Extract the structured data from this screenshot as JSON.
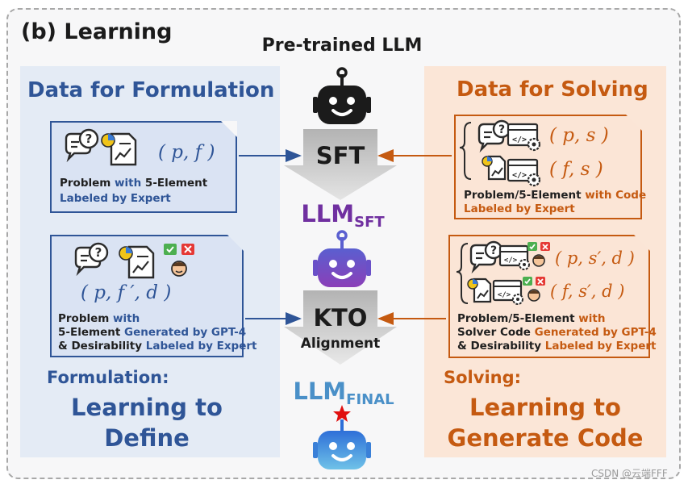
{
  "title": "(b) Learning",
  "center": {
    "pretrained_label": "Pre-trained LLM",
    "sft_label": "SFT",
    "llm_sft_main": "LLM",
    "llm_sft_sub": "SFT",
    "kto_label": "KTO",
    "alignment_label": "Alignment",
    "llm_final_main": "LLM",
    "llm_final_sub": "FINAL"
  },
  "left_panel": {
    "header": "Data for Formulation",
    "card1": {
      "tuple": "( p,  f )",
      "line1_a": "Problem",
      "line1_b": " with ",
      "line1_c": "5-Element",
      "line2": "Labeled by Expert"
    },
    "card2": {
      "tuple": "( p,  f ′,  d )",
      "line1_a": "Problem",
      "line1_b": " with",
      "line2_a": "5-Element",
      "line2_b": " Generated by GPT-4",
      "line3_a": "& Desirability",
      "line3_b": " Labeled by Expert"
    },
    "bottom_heading": "Formulation:",
    "bottom_line1": "Learning to",
    "bottom_line2": "Define"
  },
  "right_panel": {
    "header": "Data for Solving",
    "card1": {
      "tuple1": "( p,  s )",
      "tuple2": "( f,  s )",
      "line1_a": "Problem/5-Element",
      "line1_b": " with Code",
      "line2": "Labeled by Expert"
    },
    "card2": {
      "tuple1": "( p,  s′,  d )",
      "tuple2": "( f,  s′,  d )",
      "line1_a": "Problem/5-Element",
      "line1_b": " with",
      "line2_a": "Solver Code",
      "line2_b": " Generated by GPT-4",
      "line3_a": "& Desirability",
      "line3_b": " Labeled by Expert"
    },
    "bottom_heading": "Solving:",
    "bottom_line1": "Learning to",
    "bottom_line2": "Generate Code"
  },
  "watermark": "CSDN @云端FFF",
  "icons": [
    "robot-icon",
    "speech-question-icon",
    "chart-document-icon",
    "code-window-gear-icon",
    "thumbs-feedback-face-icon",
    "red-star-icon"
  ],
  "colors": {
    "blue": "#2f5597",
    "orange": "#c55a11",
    "purple": "#7030a0",
    "sky": "#4a90c8",
    "star": "#e01010"
  }
}
